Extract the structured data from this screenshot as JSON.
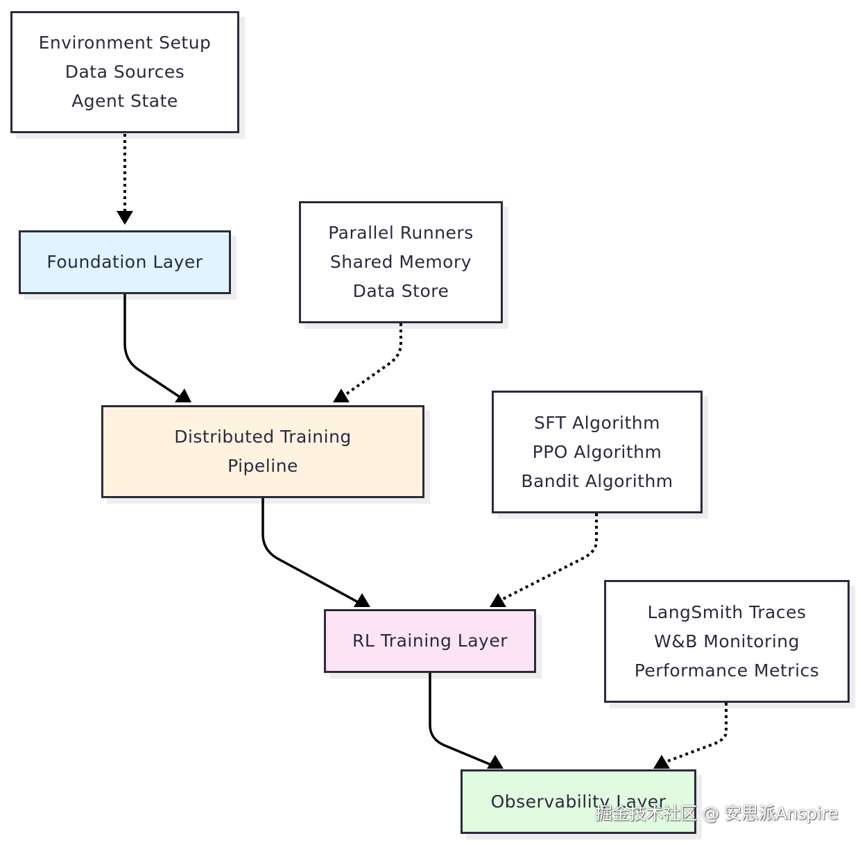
{
  "diagram": {
    "nodes": [
      {
        "id": "env",
        "lines": [
          "Environment Setup",
          "Data Sources",
          "Agent State"
        ],
        "fill": "#ffffff"
      },
      {
        "id": "foundation",
        "lines": [
          "Foundation Layer"
        ],
        "fill": "#e1f3fe"
      },
      {
        "id": "parallel",
        "lines": [
          "Parallel Runners",
          "Shared Memory",
          "Data Store"
        ],
        "fill": "#ffffff"
      },
      {
        "id": "distributed",
        "lines": [
          "Distributed Training",
          "Pipeline"
        ],
        "fill": "#fff3e0"
      },
      {
        "id": "algos",
        "lines": [
          "SFT Algorithm",
          "PPO Algorithm",
          "Bandit Algorithm"
        ],
        "fill": "#ffffff"
      },
      {
        "id": "rl",
        "lines": [
          "RL Training Layer"
        ],
        "fill": "#fde4f5"
      },
      {
        "id": "traces",
        "lines": [
          "LangSmith Traces",
          "W&B Monitoring",
          "Performance Metrics"
        ],
        "fill": "#ffffff"
      },
      {
        "id": "observability",
        "lines": [
          "Observability Layer"
        ],
        "fill": "#e0fbe0"
      }
    ],
    "edges": [
      {
        "from": "env",
        "to": "foundation",
        "style": "dotted"
      },
      {
        "from": "foundation",
        "to": "distributed",
        "style": "solid"
      },
      {
        "from": "parallel",
        "to": "distributed",
        "style": "dotted"
      },
      {
        "from": "distributed",
        "to": "rl",
        "style": "solid"
      },
      {
        "from": "algos",
        "to": "rl",
        "style": "dotted"
      },
      {
        "from": "rl",
        "to": "observability",
        "style": "solid"
      },
      {
        "from": "traces",
        "to": "observability",
        "style": "dotted"
      }
    ]
  },
  "watermark": "掘金技术社区 @ 安思派Anspire"
}
